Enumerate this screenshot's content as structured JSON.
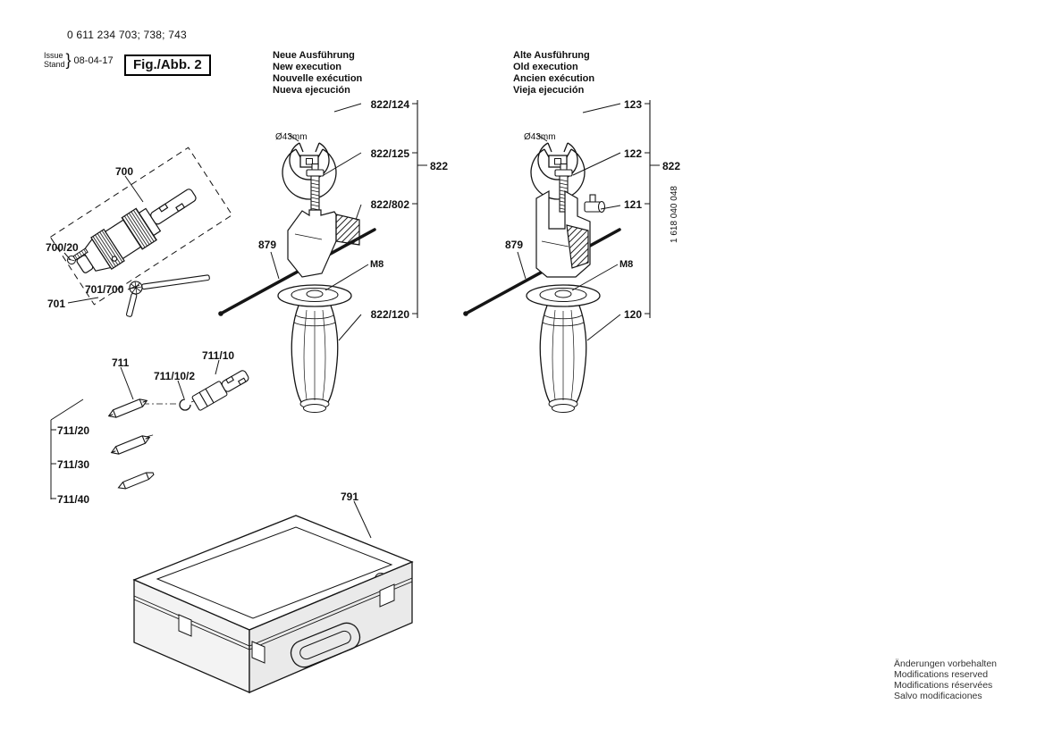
{
  "header": {
    "document_number": "0 611 234 703; 738; 743",
    "issue_label": "Issue",
    "stand_label": "Stand",
    "brace": "}",
    "date": "08-04-17",
    "figure_label": "Fig./Abb. 2"
  },
  "new_execution": {
    "de": "Neue Ausführung",
    "en": "New execution",
    "fr": "Nouvelle exécution",
    "es": "Nueva ejecución"
  },
  "old_execution": {
    "de": "Alte Ausführung",
    "en": "Old execution",
    "fr": "Ancien exécution",
    "es": "Vieja ejecución"
  },
  "parts": {
    "chuck": "700",
    "chuck_screw": "700/20",
    "chuck_key_group": "701",
    "chuck_key": "701/700",
    "bit_set": "711",
    "bit_holder": "711/10",
    "retaining_ring": "711/10/2",
    "bit_1": "711/20",
    "bit_2": "711/30",
    "bit_3": "711/40",
    "carrying_case": "791",
    "aux_handle_new": "822",
    "clamp_band_new": "822/124",
    "clamp_screw_new": "822/125",
    "clamp_body_new": "822/802",
    "grip_new": "822/120",
    "depth_rod_new": "879",
    "thread_new": "M8",
    "diameter_new": "Ø43mm",
    "aux_handle_old": "822",
    "clamp_band_old": "123",
    "clamp_screw_old": "122",
    "clamp_nut_old": "121",
    "grip_old": "120",
    "depth_rod_old": "879",
    "thread_old": "M8",
    "diameter_old": "Ø43mm",
    "handle_order_number_old": "1 618 040 048"
  },
  "footer": {
    "line1": "Änderungen vorbehalten",
    "line2": "Modifications reserved",
    "line3": "Modifications réservées",
    "line4": "Salvo modificaciones"
  }
}
